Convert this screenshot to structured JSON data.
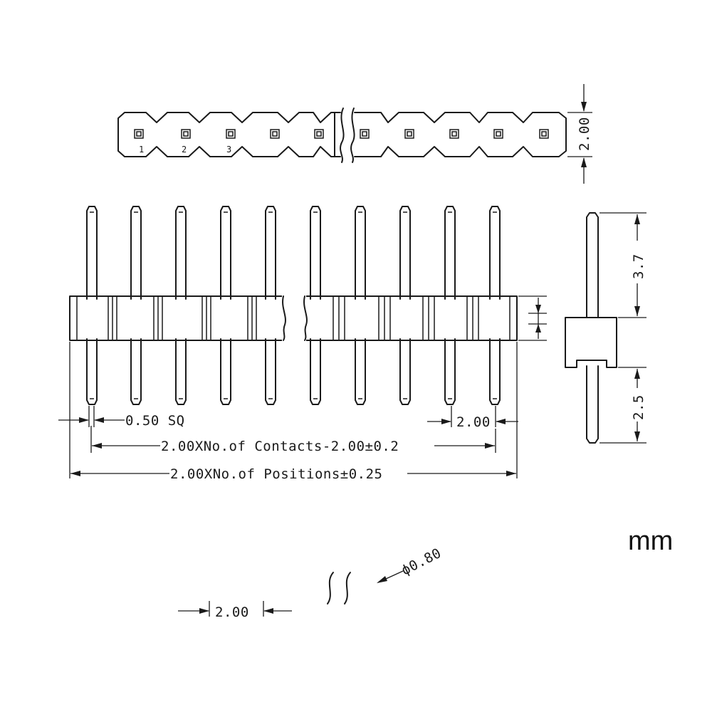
{
  "diagram": {
    "top_view": {
      "pin_labels": [
        "1",
        "2",
        "3"
      ],
      "height_dim": "2.00"
    },
    "front_view": {
      "pin_size_label": "0.50 SQ",
      "pitch_label": "2.00",
      "contacts_formula": "2.00XNo.of Contacts-2.00±0.2",
      "positions_formula": "2.00XNo.of Positions±0.25"
    },
    "side_view": {
      "upper_pin_dim": "3.7",
      "lower_pin_dim": "2.5"
    },
    "pcb_layout": {
      "hole_diameter": "ϕ0.80",
      "pitch_label": "2.00"
    },
    "unit": "mm"
  }
}
